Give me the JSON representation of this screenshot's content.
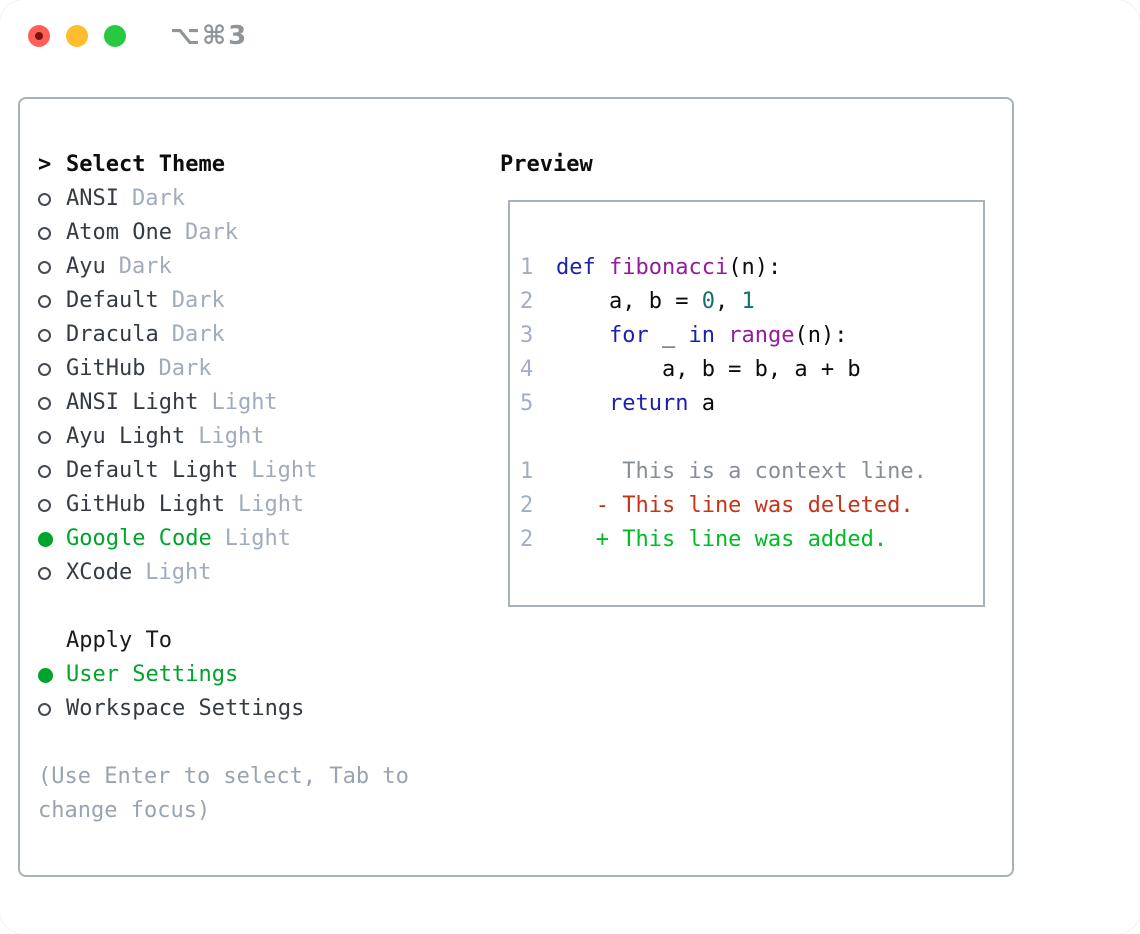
{
  "window": {
    "title": "⌥⌘3",
    "controls": [
      "close-button",
      "minimize-button",
      "zoom-button"
    ]
  },
  "selector": {
    "prompt": ">",
    "title": "Select Theme",
    "items": [
      {
        "name": "ANSI",
        "variant": "Dark",
        "selected": false
      },
      {
        "name": "Atom One",
        "variant": "Dark",
        "selected": false
      },
      {
        "name": "Ayu",
        "variant": "Dark",
        "selected": false
      },
      {
        "name": "Default",
        "variant": "Dark",
        "selected": false
      },
      {
        "name": "Dracula",
        "variant": "Dark",
        "selected": false
      },
      {
        "name": "GitHub",
        "variant": "Dark",
        "selected": false
      },
      {
        "name": "ANSI Light",
        "variant": "Light",
        "selected": false
      },
      {
        "name": "Ayu Light",
        "variant": "Light",
        "selected": false
      },
      {
        "name": "Default Light",
        "variant": "Light",
        "selected": false
      },
      {
        "name": "GitHub Light",
        "variant": "Light",
        "selected": false
      },
      {
        "name": "Google Code",
        "variant": "Light",
        "selected": true
      },
      {
        "name": "XCode",
        "variant": "Light",
        "selected": false
      }
    ],
    "apply_label": "Apply To",
    "apply_options": [
      {
        "name": "User Settings",
        "selected": true
      },
      {
        "name": "Workspace Settings",
        "selected": false
      }
    ],
    "hint": "(Use Enter to select, Tab to change focus)"
  },
  "preview": {
    "title": "Preview",
    "lines": [
      {
        "no": "1",
        "kind": "code",
        "tokens": [
          [
            "def",
            "kw"
          ],
          [
            " ",
            "pl"
          ],
          [
            "fibonacci",
            "fn"
          ],
          [
            "(n):",
            "pl"
          ]
        ]
      },
      {
        "no": "2",
        "kind": "code",
        "tokens": [
          [
            "    a, b = ",
            "pl"
          ],
          [
            "0",
            "lit"
          ],
          [
            ", ",
            "pl"
          ],
          [
            "1",
            "lit"
          ]
        ]
      },
      {
        "no": "3",
        "kind": "code",
        "tokens": [
          [
            "    ",
            "pl"
          ],
          [
            "for",
            "kw"
          ],
          [
            " _ ",
            "pl"
          ],
          [
            "in",
            "kw"
          ],
          [
            " ",
            "pl"
          ],
          [
            "range",
            "fn"
          ],
          [
            "(n):",
            "pl"
          ]
        ]
      },
      {
        "no": "4",
        "kind": "code",
        "tokens": [
          [
            "        a, b = b, a + b",
            "pl"
          ]
        ]
      },
      {
        "no": "5",
        "kind": "code",
        "tokens": [
          [
            "    ",
            "pl"
          ],
          [
            "return",
            "kw"
          ],
          [
            " a",
            "pl"
          ]
        ]
      },
      {
        "no": "",
        "kind": "blank",
        "tokens": []
      },
      {
        "no": "1",
        "kind": "context",
        "tokens": [
          [
            "     This is a context line.",
            "ctx"
          ]
        ]
      },
      {
        "no": "2",
        "kind": "deleted",
        "tokens": [
          [
            "   - This line was deleted.",
            "del"
          ]
        ]
      },
      {
        "no": "2",
        "kind": "added",
        "tokens": [
          [
            "   + This line was added.",
            "add"
          ]
        ]
      }
    ]
  },
  "colors": {
    "accent_green": "#00a42c",
    "keyword_blue": "#1f1fad",
    "function_purple": "#941d9e",
    "literal_teal": "#117070",
    "deleted_red": "#c5341a",
    "added_green": "#00bb24",
    "muted": "#a0abbd",
    "line_number": "#a3aec0",
    "context_gray": "#878e96",
    "hint_gray": "#99a3b1",
    "border": "#a9b1bb",
    "text": "#343b42",
    "title_gray": "#8f949b",
    "traffic_red": "#ff5f57",
    "traffic_yellow": "#febc2e",
    "traffic_green": "#28c840"
  }
}
